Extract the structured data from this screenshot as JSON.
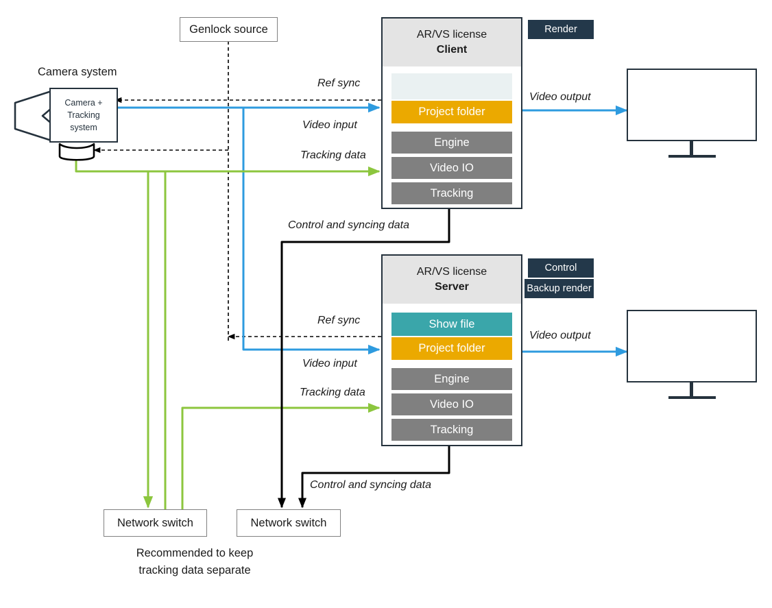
{
  "diagram": {
    "title_hidden": "",
    "camera": {
      "group_label": "Camera system",
      "body_lines": [
        "Camera +",
        "Tracking",
        "system"
      ]
    },
    "genlock": {
      "label": "Genlock source"
    },
    "client": {
      "license_label": "AR/VS license",
      "role_label": "Client",
      "bars": [
        {
          "name": "empty-slot",
          "label": "",
          "color": "#eaf1f2"
        },
        {
          "name": "project-folder",
          "label": "Project folder",
          "color": "#eba900"
        },
        {
          "name": "engine",
          "label": "Engine",
          "color": "#808080"
        },
        {
          "name": "video-io",
          "label": "Video IO",
          "color": "#808080"
        },
        {
          "name": "tracking",
          "label": "Tracking",
          "color": "#808080"
        }
      ],
      "badges": [
        {
          "label": "Render"
        }
      ]
    },
    "server": {
      "license_label": "AR/VS license",
      "role_label": "Server",
      "bars": [
        {
          "name": "show-file",
          "label": "Show file",
          "color": "#3aa6aa"
        },
        {
          "name": "project-folder",
          "label": "Project folder",
          "color": "#eba900"
        },
        {
          "name": "engine",
          "label": "Engine",
          "color": "#808080"
        },
        {
          "name": "video-io",
          "label": "Video IO",
          "color": "#808080"
        },
        {
          "name": "tracking",
          "label": "Tracking",
          "color": "#808080"
        }
      ],
      "badges": [
        {
          "label": "Control"
        },
        {
          "label": "Backup render"
        }
      ]
    },
    "switches": [
      {
        "label": "Network switch"
      },
      {
        "label": "Network switch"
      }
    ],
    "note": {
      "line1": "Recommended to keep",
      "line2": "tracking data separate"
    },
    "edge_labels": {
      "ref_sync_client": "Ref sync",
      "video_input_client": "Video input",
      "tracking_data_client": "Tracking data",
      "video_output_client": "Video output",
      "control_sync_client": "Control and syncing data",
      "ref_sync_server": "Ref sync",
      "video_input_server": "Video input",
      "tracking_data_server": "Tracking data",
      "video_output_server": "Video output",
      "control_sync_server": "Control and syncing data"
    },
    "colors": {
      "video_blue": "#2e9bdf",
      "tracking_green": "#8cc63e",
      "control_black": "#000000",
      "genlock_dashed": "#000000",
      "badge_navy": "#23384a",
      "header_grey": "#e4e4e4",
      "bar_grey": "#808080",
      "bar_amber": "#eba900",
      "bar_teal": "#3aa6aa",
      "bar_ghost": "#eaf1f2",
      "outline_navy": "#25323d"
    }
  }
}
